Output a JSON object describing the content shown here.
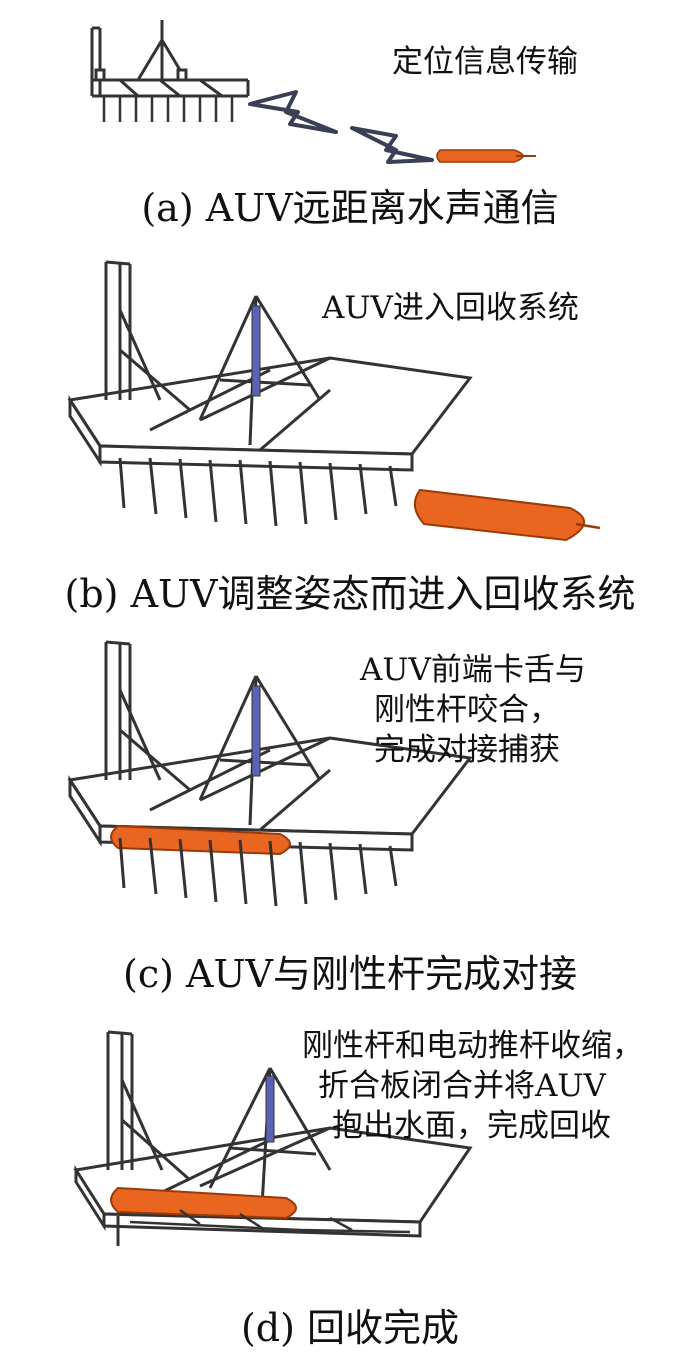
{
  "colors": {
    "frame": "#333333",
    "frame_fill": "#ffffff",
    "auv_fill": "#e8661f",
    "auv_stroke": "#9a3a08",
    "actuator": "#5a63b8",
    "signal": "#3a3f55"
  },
  "panels": [
    {
      "id": "a",
      "caption": "(a)  AUV远距离水声通信",
      "note_lines": [
        "定位信息传输"
      ]
    },
    {
      "id": "b",
      "caption": "(b)  AUV调整姿态而进入回收系统",
      "note_lines": [
        "AUV进入回收系统"
      ]
    },
    {
      "id": "c",
      "caption": "(c)  AUV与刚性杆完成对接",
      "note_lines": [
        "AUV前端卡舌与",
        "刚性杆咬合，",
        "完成对接捕获"
      ]
    },
    {
      "id": "d",
      "caption": "(d)  回收完成",
      "note_lines": [
        "刚性杆和电动推杆收缩，",
        "折合板闭合并将AUV",
        "抱出水面，完成回收"
      ]
    }
  ]
}
